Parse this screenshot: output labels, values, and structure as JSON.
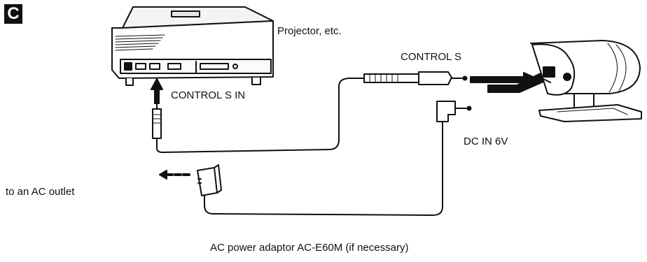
{
  "badge": "C",
  "labels": {
    "projector": "Projector, etc.",
    "control_s": "CONTROL S",
    "control_s_in": "CONTROL S IN",
    "dc_in": "DC IN 6V",
    "ac_outlet": "to an AC outlet",
    "adaptor": "AC power adaptor AC-E60M (if necessary)"
  }
}
